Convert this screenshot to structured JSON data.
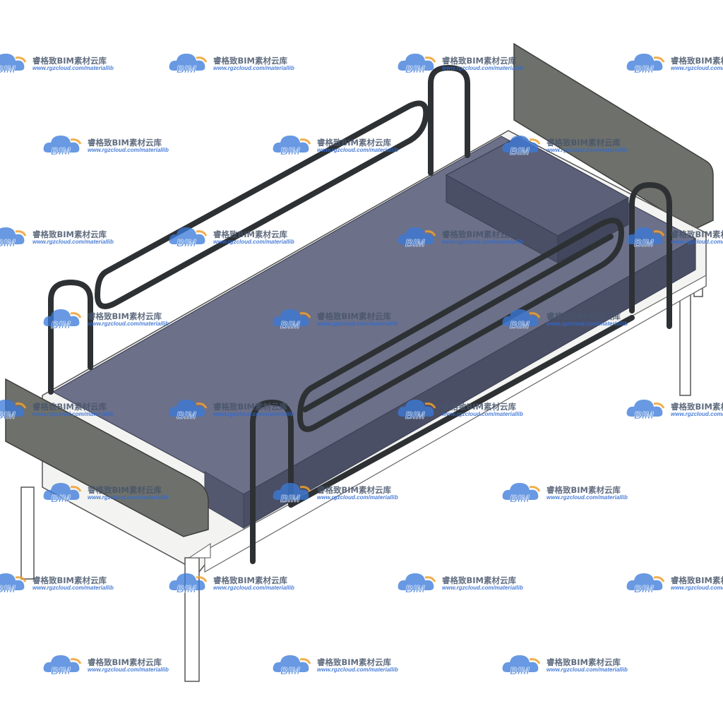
{
  "image": {
    "subject": "hospital-bed-3d-model",
    "colors": {
      "background": "#ffffff",
      "headboard": "#6e706c",
      "frame": "#f2f2f0",
      "mattress_top": "#6c7088",
      "mattress_side": "#4a4f66",
      "pillow": "#5a5e74",
      "rails": "#2e3134"
    }
  },
  "watermark": {
    "logo_text": "BIM",
    "name": "睿格致BIM素材云库",
    "url": "www.rgzcloud.com/materiallib",
    "colors": {
      "logo_blue": "#3b7ad9",
      "logo_orange": "#f0a030",
      "name": "#46546a",
      "url": "#2e6ad2"
    }
  }
}
